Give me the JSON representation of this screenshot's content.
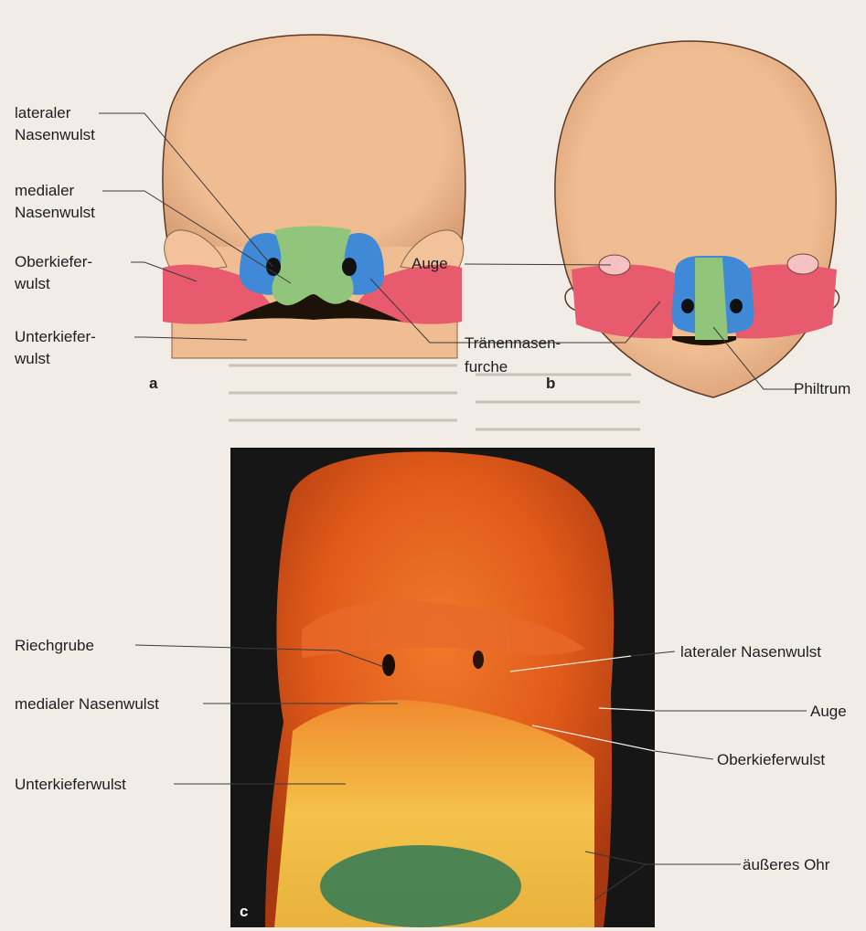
{
  "colors": {
    "skin": "#f0bd92",
    "lateral_nasal": "#3f89d6",
    "medial_nasal": "#92c57c",
    "maxillary": "#e85a6e",
    "mouth": "#1c1208",
    "eye": "#f5c1c3",
    "photo_bg": "#161616"
  },
  "panels": [
    "a",
    "b",
    "c"
  ],
  "labels_a": {
    "lateral_line1": "lateraler",
    "lateral_line2": "Nasenwulst",
    "medial_line1": "medialer",
    "medial_line2": "Nasenwulst",
    "maxillary_line1": "Oberkiefer-",
    "maxillary_line2": "wulst",
    "mandibular_line1": "Unterkiefer-",
    "mandibular_line2": "wulst"
  },
  "labels_b": {
    "eye": "Auge",
    "groove_line1": "Tränennasen-",
    "groove_line2": "furche",
    "philtrum": "Philtrum"
  },
  "labels_c": {
    "olfactory_pit": "Riechgrube",
    "medial_nasal": "medialer Nasenwulst",
    "mandibular": "Unterkieferwulst",
    "lateral_nasal": "lateraler Nasenwulst",
    "eye": "Auge",
    "maxillary": "Oberkieferwulst",
    "outer_ear": "äußeres Ohr"
  }
}
